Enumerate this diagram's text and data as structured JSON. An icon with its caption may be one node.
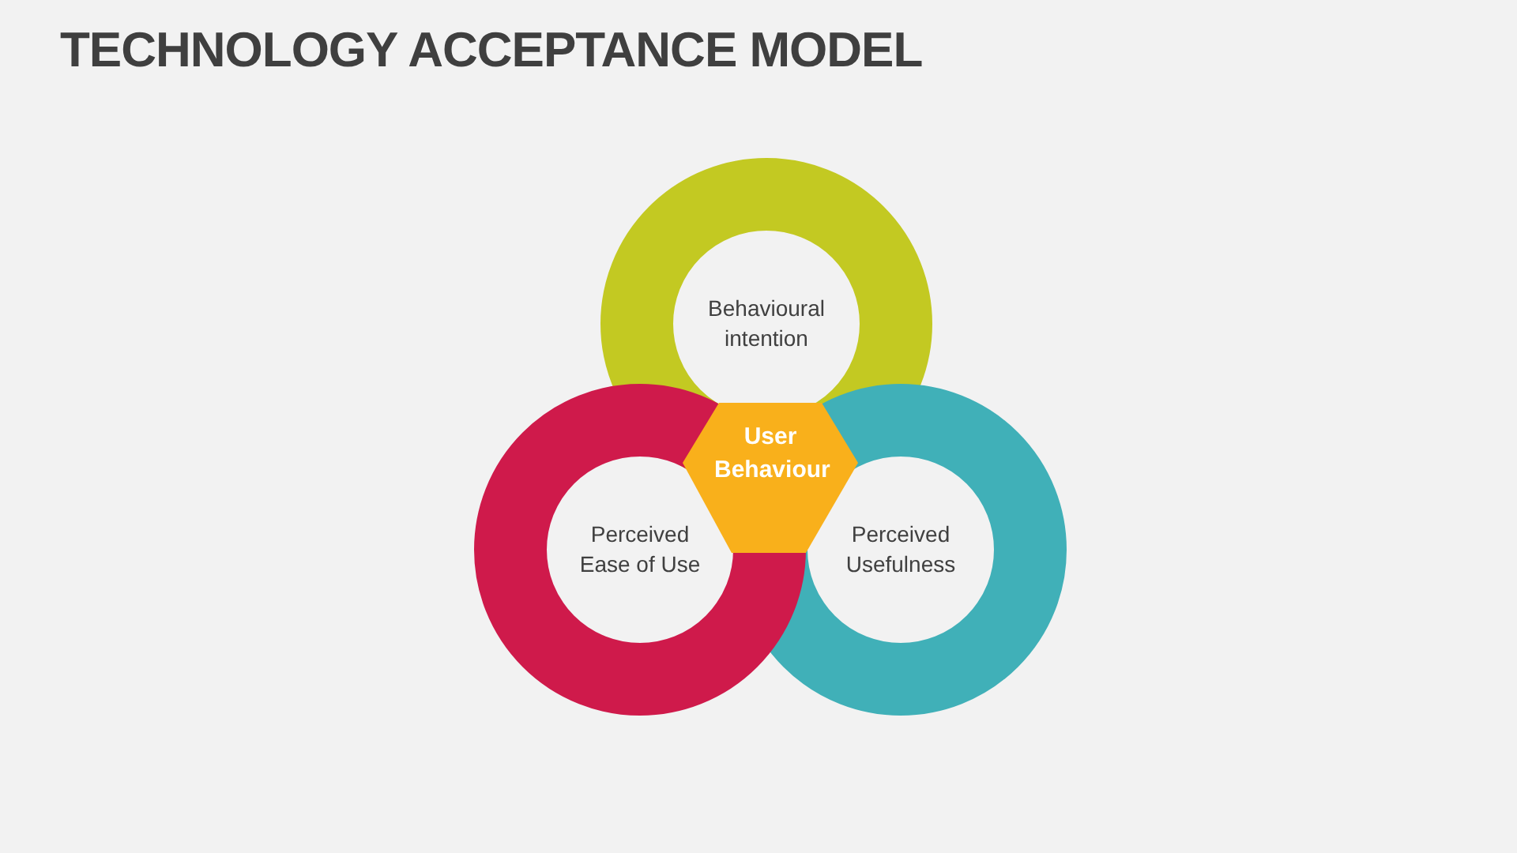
{
  "diagram": {
    "title": "TECHNOLOGY ACCEPTANCE MODEL",
    "nodes": [
      {
        "text": [
          "Behavioural intention"
        ]
      },
      {
        "text": [
          "Perceived Ease of Use"
        ]
      },
      {
        "text": [
          "Perceived Usefulness"
        ]
      },
      {
        "text": [
          "User Behaviour"
        ]
      }
    ]
  }
}
